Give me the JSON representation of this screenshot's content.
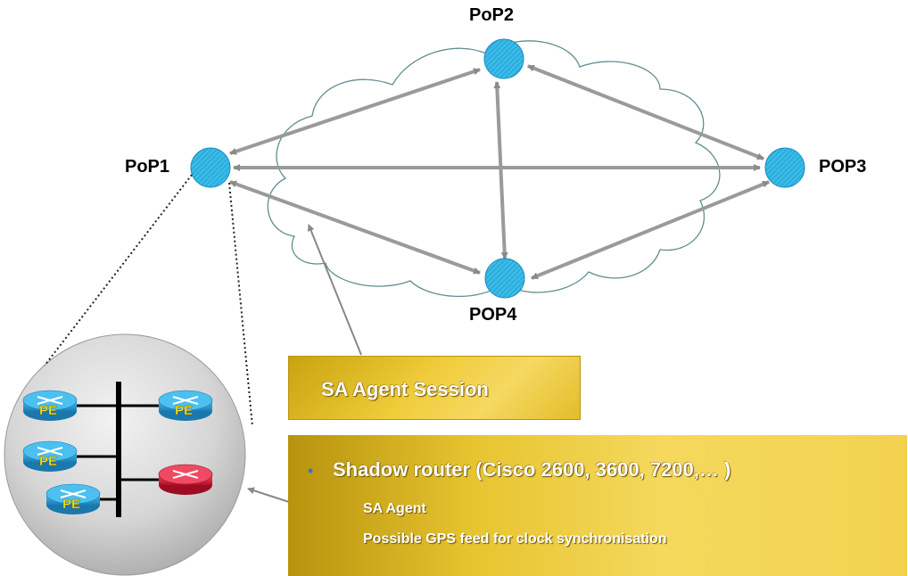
{
  "pops": {
    "pop1": "PoP1",
    "pop2": "PoP2",
    "pop3": "POP3",
    "pop4": "POP4"
  },
  "session_box": {
    "label": "SA Agent Session"
  },
  "shadow_box": {
    "bullet": "•",
    "title": "Shadow router (Cisco 2600, 3600, 7200,… )",
    "line_agent": "SA Agent",
    "line_gps": "Possible GPS feed for clock synchronisation"
  },
  "pe_routers": {
    "r1": "PE",
    "r2": "PE",
    "r3": "PE",
    "r4": "PE"
  },
  "colors": {
    "pop_node": "#2ab0e0",
    "arrow": "#9a9a9a",
    "cloud_stroke": "#5f8f90",
    "box_gold": "#f0cc3a",
    "router_blue": "#2a9fd6",
    "router_red": "#d9233a"
  }
}
